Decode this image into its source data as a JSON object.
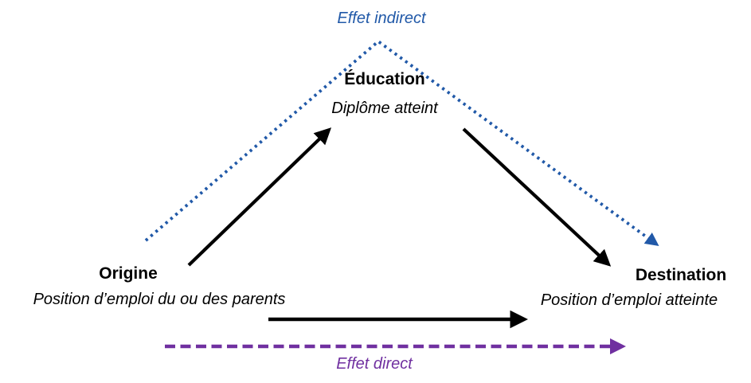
{
  "diagram": {
    "indirect_effect_label": "Effet indirect",
    "direct_effect_label": "Effet direct",
    "nodes": {
      "education": {
        "title": "Éducation",
        "subtitle": "Diplôme atteint"
      },
      "origin": {
        "title": "Origine",
        "subtitle": "Position d’emploi du ou des parents"
      },
      "destination": {
        "title": "Destination",
        "subtitle": "Position d’emploi atteinte"
      }
    },
    "arrows": {
      "indirect_effect": "dotted blue path Origine → Éducation → Destination with arrowhead at Destination",
      "origin_to_education": "solid black arrow",
      "education_to_destination": "solid black arrow",
      "origin_to_destination": "solid black arrow",
      "direct_effect": "dashed purple arrow Origine → Destination"
    },
    "colors": {
      "indirect_effect": "#2159A8",
      "direct_effect": "#7030A0",
      "solid_arrows": "#000000",
      "background": "#FFFFFF"
    }
  }
}
